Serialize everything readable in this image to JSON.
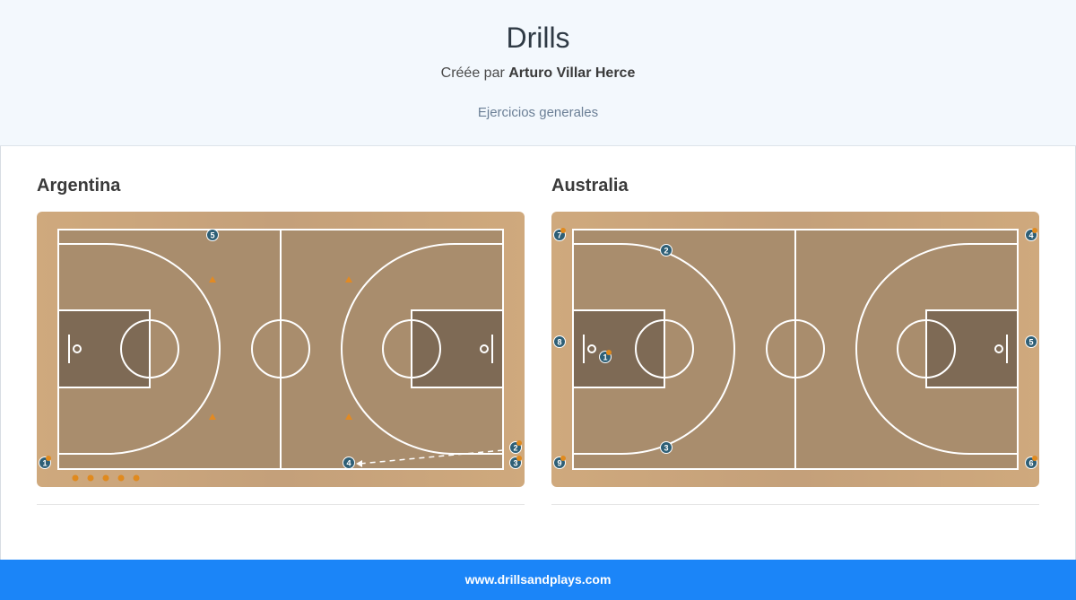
{
  "header": {
    "title": "Drills",
    "created_by_prefix": "Créée par",
    "author": "Arturo Villar Herce",
    "category": "Ejercicios generales"
  },
  "drills": [
    {
      "name": "Argentina",
      "players": [
        {
          "label": "5",
          "ball": false
        },
        {
          "label": "1",
          "ball": true
        },
        {
          "label": "4",
          "ball": false
        },
        {
          "label": "2",
          "ball": true
        },
        {
          "label": "3",
          "ball": true
        }
      ],
      "cone_count": 4,
      "ball_rack_count": 5
    },
    {
      "name": "Australia",
      "players": [
        {
          "label": "7",
          "ball": true
        },
        {
          "label": "2",
          "ball": false
        },
        {
          "label": "8",
          "ball": false
        },
        {
          "label": "1",
          "ball": true
        },
        {
          "label": "3",
          "ball": false
        },
        {
          "label": "9",
          "ball": true
        },
        {
          "label": "4",
          "ball": true
        },
        {
          "label": "5",
          "ball": false
        },
        {
          "label": "6",
          "ball": true
        }
      ],
      "cone_count": 0,
      "ball_rack_count": 0
    }
  ],
  "footer": {
    "site": "www.drillsandplays.com"
  },
  "colors": {
    "header_bg": "#f3f8fd",
    "footer_bg": "#1b85f8",
    "court_wood": "#c9a57a",
    "court_inner": "#a88d6c",
    "paint": "#7d6a55",
    "player_marker": "#2e5f76",
    "ball": "#e08a1e"
  }
}
